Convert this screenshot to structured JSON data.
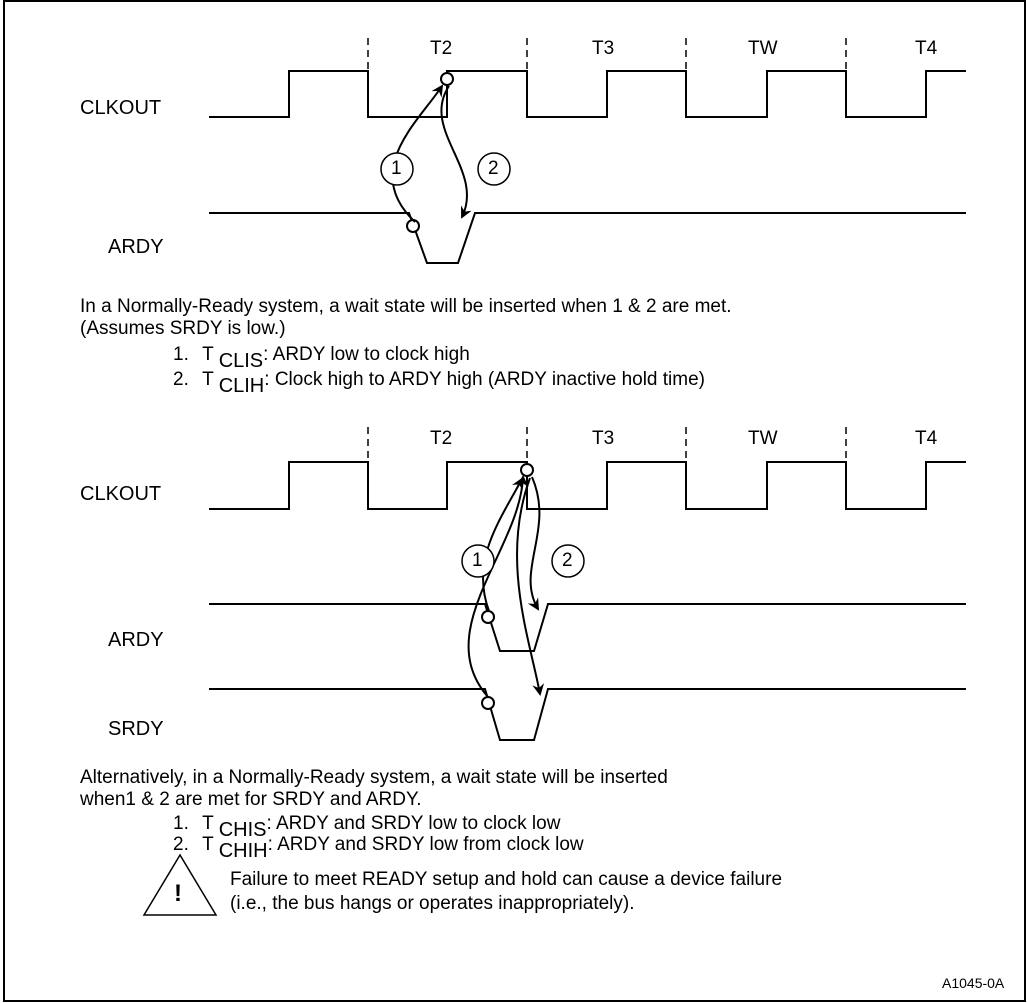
{
  "diagram1": {
    "periods": [
      "T2",
      "T3",
      "TW",
      "T4"
    ],
    "signals": [
      "CLKOUT",
      "ARDY"
    ],
    "markers": [
      "1",
      "2"
    ],
    "description": "In a Normally-Ready system, a wait state will be inserted when 1 & 2 are met.",
    "note": "(Assumes SRDY is low.)",
    "items": [
      {
        "num": "1.",
        "t": "T",
        "sub": "CLIS",
        "text": ": ARDY low to clock high"
      },
      {
        "num": "2.",
        "t": "T",
        "sub": "CLIH",
        "text": ": Clock high to ARDY high (ARDY inactive hold time)"
      }
    ]
  },
  "diagram2": {
    "periods": [
      "T2",
      "T3",
      "TW",
      "T4"
    ],
    "signals": [
      "CLKOUT",
      "ARDY",
      "SRDY"
    ],
    "markers": [
      "1",
      "2"
    ],
    "description_line1": "Alternatively, in a Normally-Ready system, a wait state will be inserted",
    "description_line2": "when1 & 2 are met for SRDY and ARDY.",
    "items": [
      {
        "num": "1.",
        "t": "T",
        "sub": "CHIS",
        "text": ": ARDY and SRDY low to clock low"
      },
      {
        "num": "2.",
        "t": "T",
        "sub": "CHIH",
        "text": ": ARDY and SRDY low from clock low"
      }
    ]
  },
  "warning": {
    "icon": "warning-triangle-icon",
    "symbol": "!",
    "line1": "Failure to meet READY setup and hold can cause a device failure",
    "line2": "(i.e., the bus hangs or operates inappropriately)."
  },
  "figure_id": "A1045-0A"
}
